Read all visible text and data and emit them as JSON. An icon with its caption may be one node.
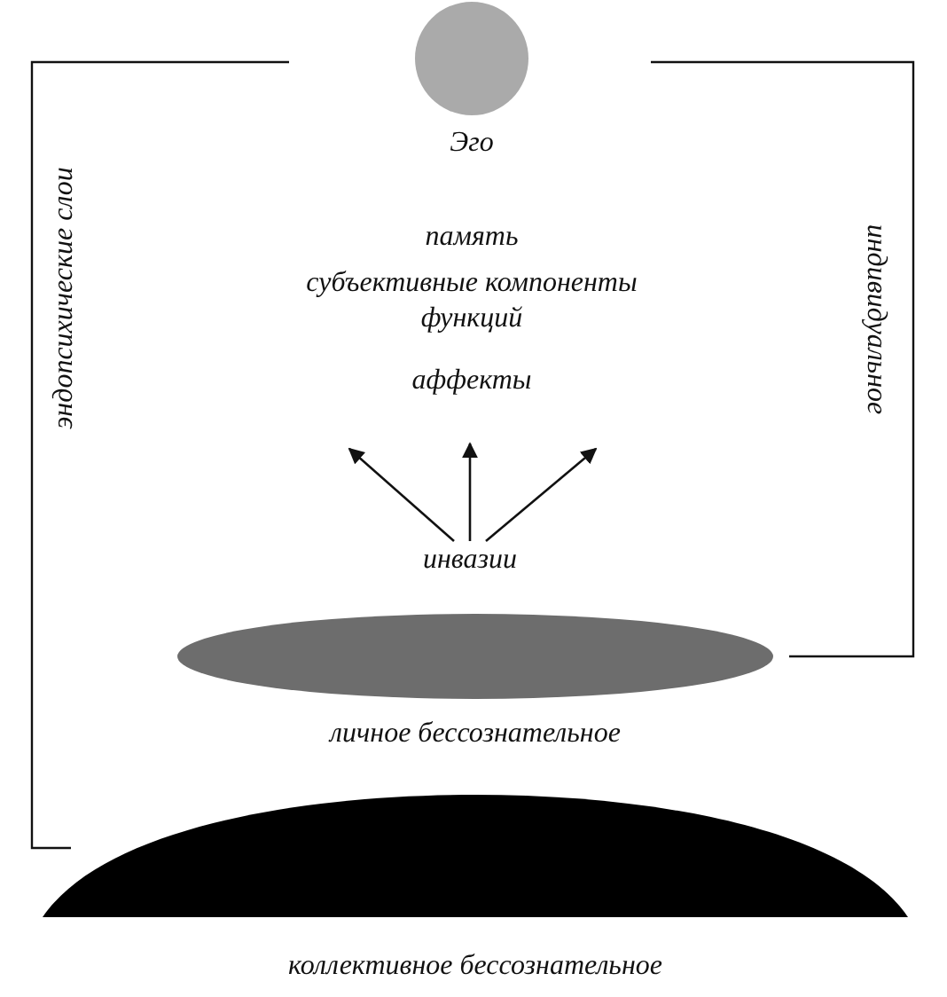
{
  "diagram": {
    "nodes": [
      {
        "text": [
          "Эго"
        ]
      },
      {
        "text": [
          "инвазии"
        ]
      },
      {
        "text": [
          "личное бессознательное"
        ]
      },
      {
        "text": [
          "коллективное бессознательное"
        ]
      }
    ],
    "edges": [
      {
        "from": 1,
        "to": null,
        "arrow": "to"
      },
      {
        "from": 1,
        "to": null,
        "arrow": "to"
      },
      {
        "from": 1,
        "to": null,
        "arrow": "to"
      }
    ],
    "labels": [
      "память",
      "субъективные компоненты функций",
      "аффекты",
      "эндопсихические слои",
      "индивидуальное"
    ]
  }
}
